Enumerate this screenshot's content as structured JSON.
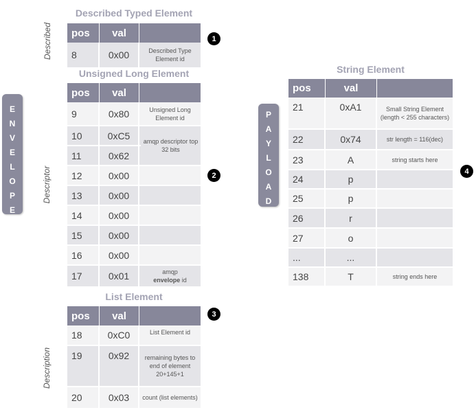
{
  "envelope_label": [
    "E",
    "N",
    "V",
    "E",
    "L",
    "O",
    "P",
    "E"
  ],
  "payload_label": [
    "P",
    "A",
    "Y",
    "L",
    "O",
    "A",
    "D"
  ],
  "side_labels": {
    "described": "Described",
    "descriptor": "Descriptor",
    "description": "Description"
  },
  "markers": [
    "1",
    "2",
    "3",
    "4"
  ],
  "headers": {
    "pos": "pos",
    "val": "val"
  },
  "sections": {
    "described": {
      "title": "Described Typed Element",
      "rows": [
        {
          "pos": "8",
          "val": "0x00",
          "desc": "Described Type Element id"
        }
      ]
    },
    "ulong": {
      "title": "Unsigned Long Element",
      "rows": [
        {
          "pos": "9",
          "val": "0x80",
          "desc": "Unsigned Long Element id"
        },
        {
          "pos": "10",
          "val": "0xC5",
          "desc": ""
        },
        {
          "pos": "11",
          "val": "0x62",
          "desc": ""
        },
        {
          "pos": "12",
          "val": "0x00",
          "desc": ""
        },
        {
          "pos": "13",
          "val": "0x00",
          "desc": ""
        },
        {
          "pos": "14",
          "val": "0x00",
          "desc": ""
        },
        {
          "pos": "15",
          "val": "0x00",
          "desc": ""
        },
        {
          "pos": "16",
          "val": "0x00",
          "desc": ""
        },
        {
          "pos": "17",
          "val": "0x01",
          "desc_line1": "amqp",
          "desc_bold": "envelope",
          "desc_rest": " id"
        }
      ],
      "merged_desc": "amqp descriptor top 32 bits"
    },
    "list": {
      "title": "List Element",
      "rows": [
        {
          "pos": "18",
          "val": "0xC0",
          "desc": "List Element id"
        },
        {
          "pos": "19",
          "val": "0x92",
          "desc": "remaining bytes to end of element 20+145+1"
        },
        {
          "pos": "20",
          "val": "0x03",
          "desc": "count (list elements)"
        }
      ]
    },
    "string": {
      "title": "String Element",
      "rows": [
        {
          "pos": "21",
          "val": "0xA1",
          "desc": "Small String Element (length < 255 characters)"
        },
        {
          "pos": "22",
          "val": "0x74",
          "desc": "str length = 116(dec)"
        },
        {
          "pos": "23",
          "val": "A",
          "desc": "string starts here"
        },
        {
          "pos": "24",
          "val": "p",
          "desc": ""
        },
        {
          "pos": "25",
          "val": "p",
          "desc": ""
        },
        {
          "pos": "26",
          "val": "r",
          "desc": ""
        },
        {
          "pos": "27",
          "val": "o",
          "desc": ""
        },
        {
          "pos": "...",
          "val": "...",
          "desc": ""
        },
        {
          "pos": "138",
          "val": "T",
          "desc": "string ends here"
        }
      ]
    }
  }
}
